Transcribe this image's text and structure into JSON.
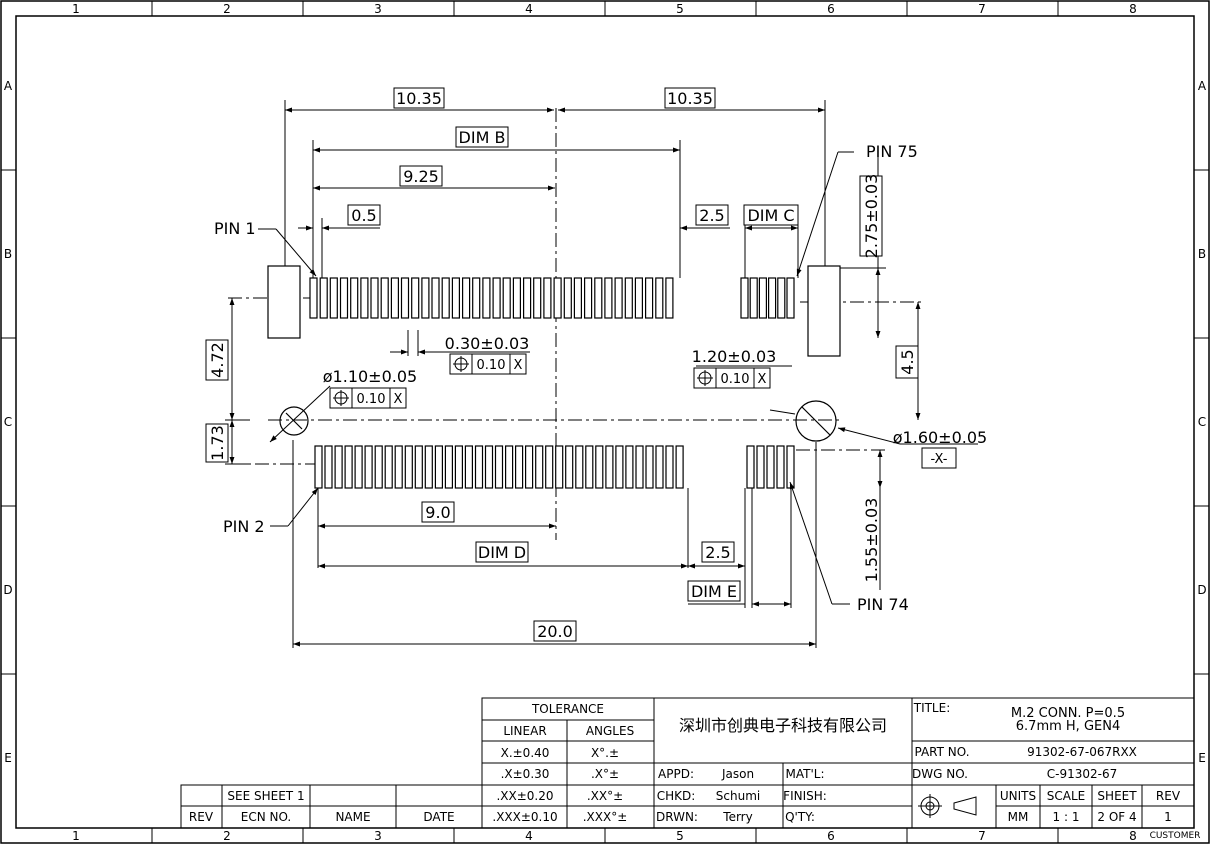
{
  "frame": {
    "col_labels": [
      "1",
      "2",
      "3",
      "4",
      "5",
      "6",
      "7",
      "8"
    ],
    "row_labels": [
      "A",
      "B",
      "C",
      "D",
      "E"
    ]
  },
  "dimensions": {
    "left_half_width": "10.35",
    "right_half_width": "10.35",
    "dim_b": "DIM B",
    "center_to_pin1": "9.25",
    "pitch": "0.5",
    "gap_right": "2.5",
    "dim_c": "DIM C",
    "rows_offset": "2.75±0.03",
    "left_height": "4.72",
    "right_height": "4.5",
    "pad_width": "0.30±0.03",
    "pad_tol": "0.10",
    "pad_datum": "X",
    "pin75_pad": "1.20±0.03",
    "pin75_tol": "0.10",
    "pin75_datum": "X",
    "left_hole": "ø1.10±0.05",
    "left_hole_tol": "0.10",
    "left_hole_datum": "X",
    "right_hole": "ø1.60±0.05",
    "right_hole_datum": "-X-",
    "bottom_offset_left": "1.73",
    "bottom_offset_right": "1.55±0.03",
    "center_to_pin2": "9.0",
    "dim_d": "DIM D",
    "gap_right_bottom": "2.5",
    "dim_e": "DIM E",
    "overall": "20.0"
  },
  "callouts": {
    "pin1": "PIN 1",
    "pin2": "PIN 2",
    "pin74": "PIN 74",
    "pin75": "PIN 75"
  },
  "title_block": {
    "tolerance_header": "TOLERANCE",
    "linear_header": "LINEAR",
    "angles_header": "ANGLES",
    "tolerances": [
      {
        "linear": "X.±0.40",
        "angle": "X°.±"
      },
      {
        "linear": ".X±0.30",
        "angle": ".X°±"
      },
      {
        "linear": ".XX±0.20",
        "angle": ".XX°±"
      },
      {
        "linear": ".XXX±0.10",
        "angle": ".XXX°±"
      }
    ],
    "company": "深圳市创典电子科技有限公司",
    "appd_label": "APPD:",
    "appd_name": "Jason",
    "chkd_label": "CHKD:",
    "chkd_name": "Schumi",
    "drwn_label": "DRWN:",
    "drwn_name": "Terry",
    "material_label": "MAT'L:",
    "finish_label": "FINISH:",
    "qty_label": "Q'TY:",
    "title_label": "TITLE:",
    "title_line1": "M.2 CONN. P=0.5",
    "title_line2": "6.7mm H, GEN4",
    "part_no_label": "PART NO.",
    "part_no": "91302-67-067RXX",
    "dwg_no_label": "DWG NO.",
    "dwg_no": "C-91302-67",
    "units_label": "UNITS",
    "units": "MM",
    "scale_label": "SCALE",
    "scale": "1 : 1",
    "sheet_label": "SHEET",
    "sheet": "2 OF 4",
    "rev_label": "REV",
    "rev": "1",
    "customer_label": "CUSTOMER",
    "revision_table": {
      "see_sheet": "SEE SHEET 1",
      "rev_header": "REV",
      "ecn_header": "ECN NO.",
      "name_header": "NAME",
      "date_header": "DATE"
    }
  }
}
